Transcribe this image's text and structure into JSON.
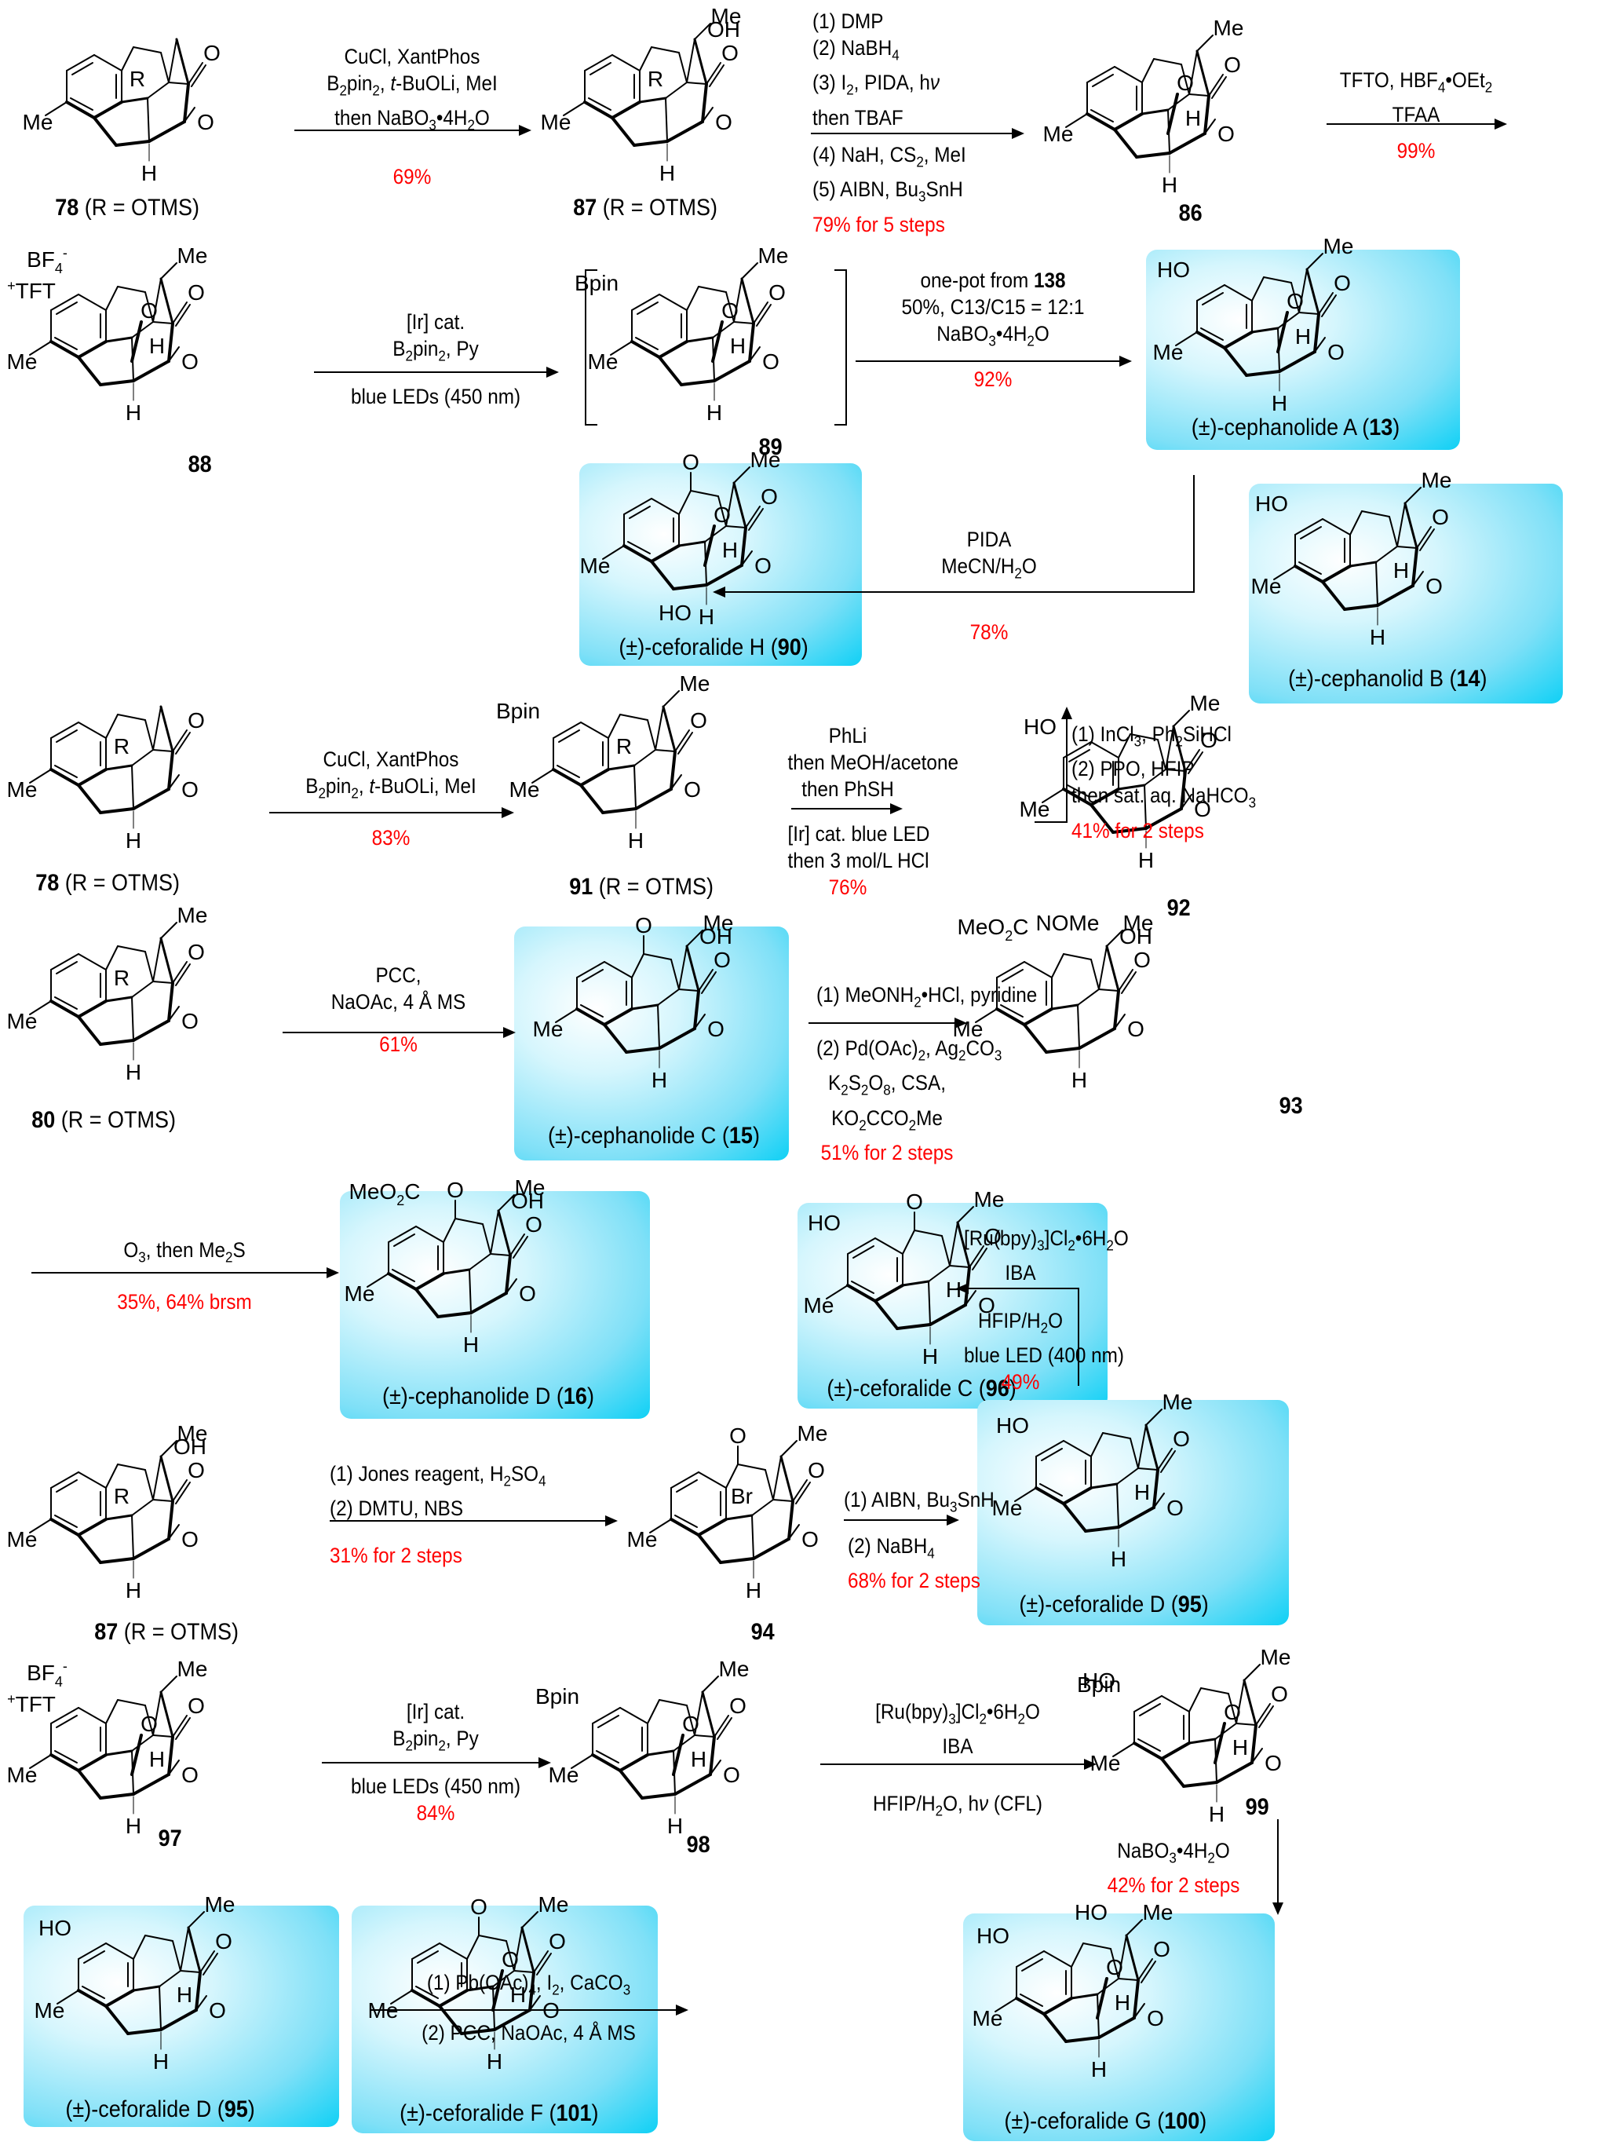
{
  "scheme": {
    "compounds": {
      "c78a": {
        "id": "78",
        "suffix": " (R = OTMS)",
        "subs": {
          "ar": "Me",
          "r": "R",
          "h": "H"
        }
      },
      "c87a": {
        "id": "87",
        "suffix": " (R = OTMS)",
        "subs": {
          "ar": "Me",
          "r": "R",
          "h": "H",
          "top": "Me",
          "oh": "OH"
        }
      },
      "c86": {
        "id": "86",
        "subs": {
          "ar": "Me",
          "top": "Me",
          "o": "O",
          "h": "H",
          "h2": "H"
        }
      },
      "c88": {
        "id": "88",
        "subs": {
          "ar": "Me",
          "top": "Me",
          "o": "O",
          "h": "H",
          "h2": "H",
          "counter": "BF4-",
          "tft": "+TFT"
        }
      },
      "c89": {
        "id": "89",
        "subs": {
          "ar": "Me",
          "top": "Me",
          "o": "O",
          "h": "H",
          "h2": "H",
          "bpin": "Bpin"
        }
      },
      "c13": {
        "name": "(±)-cephanolide A",
        "id": "13",
        "subs": {
          "ar": "Me",
          "top": "Me",
          "o": "O",
          "h": "H",
          "h2": "H",
          "ho": "HO"
        }
      },
      "c90": {
        "name": "(±)-ceforalide H",
        "id": "90",
        "subs": {
          "ar": "Me",
          "top": "Me",
          "o": "O",
          "h": "H",
          "h2": "H",
          "oxo": "O",
          "ho": "HO"
        }
      },
      "c14": {
        "name": "(±)-cephanolid B",
        "id": "14",
        "subs": {
          "ar": "Me",
          "top": "Me",
          "h": "H",
          "h2": "H",
          "ho": "HO"
        }
      },
      "c78b": {
        "id": "78",
        "suffix": " (R = OTMS)",
        "subs": {
          "ar": "Me",
          "r": "R",
          "h": "H"
        }
      },
      "c91": {
        "id": "91",
        "suffix": " (R = OTMS)",
        "subs": {
          "ar": "Me",
          "r": "R",
          "h": "H",
          "top": "Me",
          "bpin": "Bpin"
        }
      },
      "c92": {
        "id": "92",
        "subs": {
          "ar": "Me",
          "ho": "HO",
          "h": "H",
          "top": "Me"
        }
      },
      "c80": {
        "id": "80",
        "suffix": " (R = OTMS)",
        "subs": {
          "ar": "Me",
          "r": "R",
          "h": "H",
          "top": "Me"
        }
      },
      "c15": {
        "name": "(±)-cephanolide C",
        "id": "15",
        "subs": {
          "ar": "Me",
          "top": "Me",
          "oxo": "O",
          "oh": "OH",
          "h": "H"
        }
      },
      "c93": {
        "id": "93",
        "subs": {
          "ar": "Me",
          "top": "Me",
          "ester": "MeO2C",
          "oxime": "NOMe",
          "oh": "OH",
          "h": "H"
        }
      },
      "c16": {
        "name": "(±)-cephanolide D",
        "id": "16",
        "subs": {
          "ar": "Me",
          "top": "Me",
          "ester": "MeO2C",
          "oxo": "O",
          "oh": "OH",
          "h": "H"
        }
      },
      "c96": {
        "name": "(±)-ceforalide C",
        "id": "96",
        "subs": {
          "ar": "Me",
          "top": "Me",
          "oxo": "O",
          "ho": "HO",
          "h": "H",
          "h2": "H"
        }
      },
      "c87b": {
        "id": "87",
        "suffix": " (R = OTMS)",
        "subs": {
          "ar": "Me",
          "r": "R",
          "h": "H",
          "top": "Me",
          "oh": "OH"
        }
      },
      "c94": {
        "id": "94",
        "subs": {
          "ar": "Me",
          "br": "Br",
          "h": "H",
          "top": "Me",
          "oxo": "O"
        }
      },
      "c95a": {
        "name": "(±)-ceforalide D",
        "id": "95",
        "subs": {
          "ar": "Me",
          "top": "Me",
          "ho": "HO",
          "h": "H",
          "h2": "H"
        }
      },
      "c97": {
        "id": "97",
        "subs": {
          "ar": "Me",
          "top": "Me",
          "o": "O",
          "h": "H",
          "h2": "H",
          "counter": "BF4-",
          "tft": "+TFT"
        }
      },
      "c98": {
        "id": "98",
        "subs": {
          "ar": "Me",
          "top": "Me",
          "o": "O",
          "h": "H",
          "h2": "H",
          "bpin": "Bpin"
        }
      },
      "c99": {
        "id": "99",
        "subs": {
          "ar": "Me",
          "top": "Me",
          "o": "O",
          "h": "H",
          "h2": "H",
          "bpin": "Bpin",
          "ho": "HO"
        }
      },
      "c95b": {
        "name": "(±)-ceforalide D",
        "id": "95",
        "subs": {
          "ar": "Me",
          "top": "Me",
          "ho": "HO",
          "h": "H",
          "h2": "H"
        }
      },
      "c101": {
        "name": "(±)-ceforalide F",
        "id": "101",
        "subs": {
          "ar": "Me",
          "top": "Me",
          "oxo": "O",
          "o": "O",
          "h": "H",
          "h2": "H"
        }
      },
      "c100": {
        "name": "(±)-ceforalide G",
        "id": "100",
        "subs": {
          "ar": "Me",
          "top": "Me",
          "ho": "HO",
          "ho2": "HO",
          "o": "O",
          "h": "H",
          "h2": "H"
        }
      }
    },
    "reactions": {
      "r1": {
        "lines": [
          "CuCl, XantPhos",
          "B<sub>2</sub>pin<sub>2</sub>, <i>t</i>-BuOLi, MeI",
          "then NaBO<sub>3</sub>•4H<sub>2</sub>O"
        ],
        "yield": "69%"
      },
      "r2": {
        "above": [
          "(1) DMP",
          "(2) NaBH<sub>4</sub>",
          "(3) I<sub>2</sub>, PIDA, h<i>ν</i>",
          "then TBAF"
        ],
        "below": [
          "(4) NaH, CS<sub>2</sub>, MeI",
          "(5) AIBN, Bu<sub>3</sub>SnH"
        ],
        "yield": "79% for 5 steps"
      },
      "r3": {
        "lines": [
          "TFTO, HBF<sub>4</sub>•OEt<sub>2</sub>",
          "TFAA"
        ],
        "yield": "99%"
      },
      "r4": {
        "above": [
          "[Ir] cat.",
          "B<sub>2</sub>pin<sub>2</sub>, Py"
        ],
        "below": [
          "blue LEDs (450 nm)"
        ]
      },
      "r5": {
        "lines": [
          "one-pot from <b>138</b>",
          "50%, C13/C15 = 12:1",
          "NaBO<sub>3</sub>•4H<sub>2</sub>O"
        ],
        "yield": "92%"
      },
      "r6": {
        "lines": [
          "PIDA",
          "MeCN/H<sub>2</sub>O"
        ],
        "yield": "78%"
      },
      "r7": {
        "lines": [
          "CuCl, XantPhos",
          "B<sub>2</sub>pin<sub>2</sub>, <i>t</i>-BuOLi, MeI"
        ],
        "yield": "83%"
      },
      "r8": {
        "above": [
          "PhLi",
          "then MeOH/acetone",
          "then PhSH"
        ],
        "below": [
          "[Ir] cat. blue LED",
          "then 3 mol/L HCl"
        ],
        "yield": "76%"
      },
      "r9": {
        "lines": [
          "(1) InCl<sub>3</sub>, Ph<sub>2</sub>SiHCl",
          "(2) PPO, HFIP",
          "then sat. aq. NaHCO<sub>3</sub>"
        ],
        "yield": "41% for 2 steps"
      },
      "r10": {
        "lines": [
          "PCC,",
          "NaOAc,  4 Å MS"
        ],
        "yield": "61%"
      },
      "r11": {
        "above": [
          "(1) MeONH<sub>2</sub>•HCl, pyridine"
        ],
        "below": [
          "(2) Pd(OAc)<sub>2</sub>, Ag<sub>2</sub>CO<sub>3</sub>",
          "K<sub>2</sub>S<sub>2</sub>O<sub>8</sub>, CSA,",
          "KO<sub>2</sub>CCO<sub>2</sub>Me"
        ],
        "yield": "51% for 2 steps"
      },
      "r12": {
        "lines": [
          "O<sub>3</sub>, then Me<sub>2</sub>S"
        ],
        "yield": "35%, 64% brsm"
      },
      "r13": {
        "above": [
          "[Ru(bpy)<sub>3</sub>]Cl<sub>2</sub>•6H<sub>2</sub>O",
          "IBA"
        ],
        "below": [
          "HFIP/H<sub>2</sub>O",
          "blue LED (400 nm)"
        ],
        "yield": "49%"
      },
      "r14": {
        "lines": [
          "(1) Jones reagent, H<sub>2</sub>SO<sub>4</sub>",
          "(2) DMTU, NBS"
        ],
        "yield": "31% for 2 steps"
      },
      "r15": {
        "above": [
          "(1) AIBN, Bu<sub>3</sub>SnH"
        ],
        "below": [
          "(2) NaBH<sub>4</sub>"
        ],
        "yield": "68% for 2 steps"
      },
      "r16": {
        "above": [
          "[Ir] cat.",
          "B<sub>2</sub>pin<sub>2</sub>, Py"
        ],
        "below": [
          "blue LEDs (450 nm)"
        ],
        "yield": "84%"
      },
      "r17": {
        "above": [
          "[Ru(bpy)<sub>3</sub>]Cl<sub>2</sub>•6H<sub>2</sub>O",
          "IBA"
        ],
        "below": [
          "HFIP/H<sub>2</sub>O, h<i>ν</i> (CFL)"
        ]
      },
      "r18": {
        "lines": [
          "NaBO<sub>3</sub>•4H<sub>2</sub>O"
        ],
        "yield": "42% for 2 steps"
      },
      "r19": {
        "above": [
          "(1) Pb(OAc)<sub>4</sub>, I<sub>2</sub>, CaCO<sub>3</sub>"
        ],
        "below": [
          "(2) PCC, NaOAc, 4 Å MS"
        ]
      }
    },
    "colors": {
      "yield": "#ff0000",
      "highlight": "#0fd0f5"
    }
  }
}
